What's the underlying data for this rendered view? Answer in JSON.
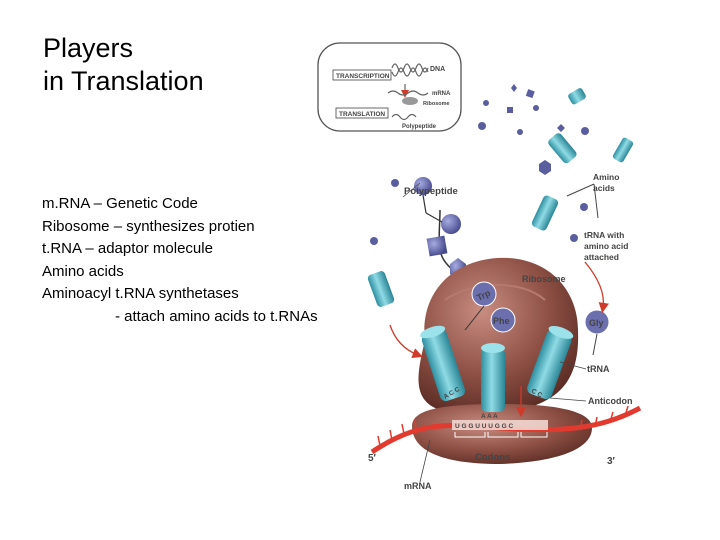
{
  "slide": {
    "title_lines": [
      "Players",
      "in Translation"
    ],
    "points": [
      "m.RNA – Genetic Code",
      "Ribosome – synthesizes protien",
      "t.RNA – adaptor molecule",
      "Amino acids",
      "Aminoacyl t.RNA synthetases",
      "- attach amino acids to t.RNAs"
    ]
  },
  "inset": {
    "transcription": "TRANSCRIPTION",
    "translation": "TRANSLATION",
    "dna": "DNA",
    "mrna": "mRNA",
    "ribosome": "Ribosome",
    "polypeptide": "Polypeptide"
  },
  "figure": {
    "polypeptide": "Polypeptide",
    "amino_acids": [
      "Amino",
      "acids"
    ],
    "trna_with": [
      "tRNA with",
      "amino acid",
      "attached"
    ],
    "ribosome": "Ribosome",
    "trna": "tRNA",
    "anticodon": "Anticodon",
    "codons": "Codons",
    "mrna": "mRNA",
    "five_prime": "5′",
    "three_prime": "3′",
    "trp": "Trp",
    "phe": "Phe",
    "gly": "Gly",
    "anticodon_left": "A C C",
    "anticodon_mid": "A A A",
    "anticodon_right": "C C",
    "codon_seq": "U G G U U U G G C"
  },
  "colors": {
    "ribosome": "#8e5044",
    "trna": "#49b3c2",
    "amino": "#6b6fae",
    "mrna": "#e23a2e",
    "arrow": "#d03a2a"
  }
}
